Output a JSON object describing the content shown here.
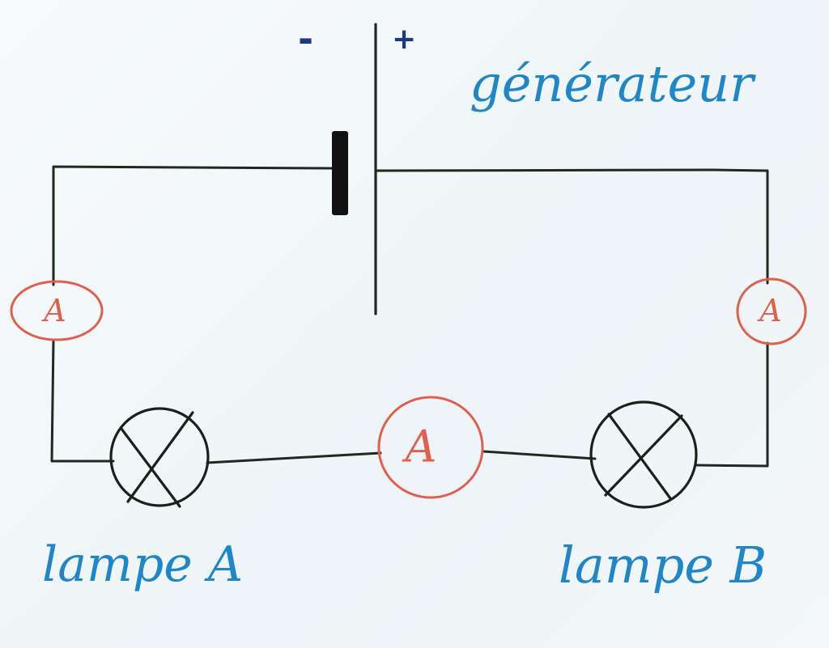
{
  "generator": {
    "label": "générateur",
    "minus_sign": "-",
    "plus_sign": "+"
  },
  "lamps": [
    {
      "label": "lampe A"
    },
    {
      "label": "lampe B"
    }
  ],
  "ammeters": [
    {
      "symbol": "A"
    },
    {
      "symbol": "A"
    },
    {
      "symbol": "A"
    }
  ],
  "colors": {
    "wire": "#1d2a1f",
    "ammeter": "#e0604e",
    "label": "#1f86c8",
    "sign": "#1a3a8a"
  }
}
